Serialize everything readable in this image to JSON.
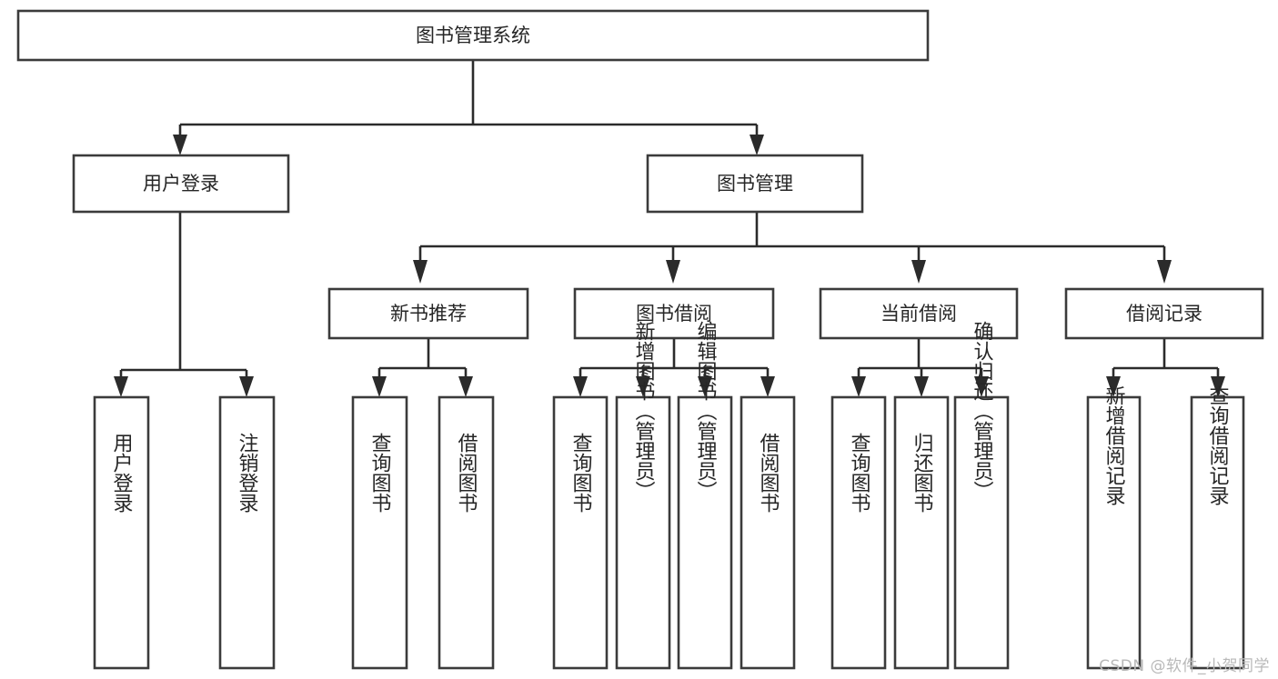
{
  "diagram": {
    "title": "图书管理系统",
    "type": "tree",
    "watermark": "CSDN @软件_小贺同学",
    "colors": {
      "node_fill": "#ffffff",
      "node_stroke": "#3b3b3b",
      "connector": "#2b2b2b",
      "label": "#262626",
      "watermark": "#b9b9b9",
      "background": "#ffffff"
    },
    "root": {
      "label": "图书管理系统"
    },
    "level2": [
      {
        "label": "用户登录"
      },
      {
        "label": "图书管理"
      }
    ],
    "level3": [
      {
        "label": "新书推荐"
      },
      {
        "label": "图书借阅"
      },
      {
        "label": "当前借阅"
      },
      {
        "label": "借阅记录"
      }
    ],
    "leaves": {
      "user_login": [
        {
          "label": "用户登录"
        },
        {
          "label": "注销登录"
        }
      ],
      "new_book_recommend": [
        {
          "label": "查询图书"
        },
        {
          "label": "借阅图书"
        }
      ],
      "book_borrow": [
        {
          "label": "查询图书"
        },
        {
          "label": "新增图书（管理员）"
        },
        {
          "label": "编辑图书（管理员）"
        },
        {
          "label": "借阅图书"
        }
      ],
      "current_borrow": [
        {
          "label": "查询图书"
        },
        {
          "label": "归还图书"
        },
        {
          "label": "确认归还（管理员）"
        }
      ],
      "borrow_record": [
        {
          "label": "新增借阅记录"
        },
        {
          "label": "查询借阅记录"
        }
      ]
    }
  }
}
